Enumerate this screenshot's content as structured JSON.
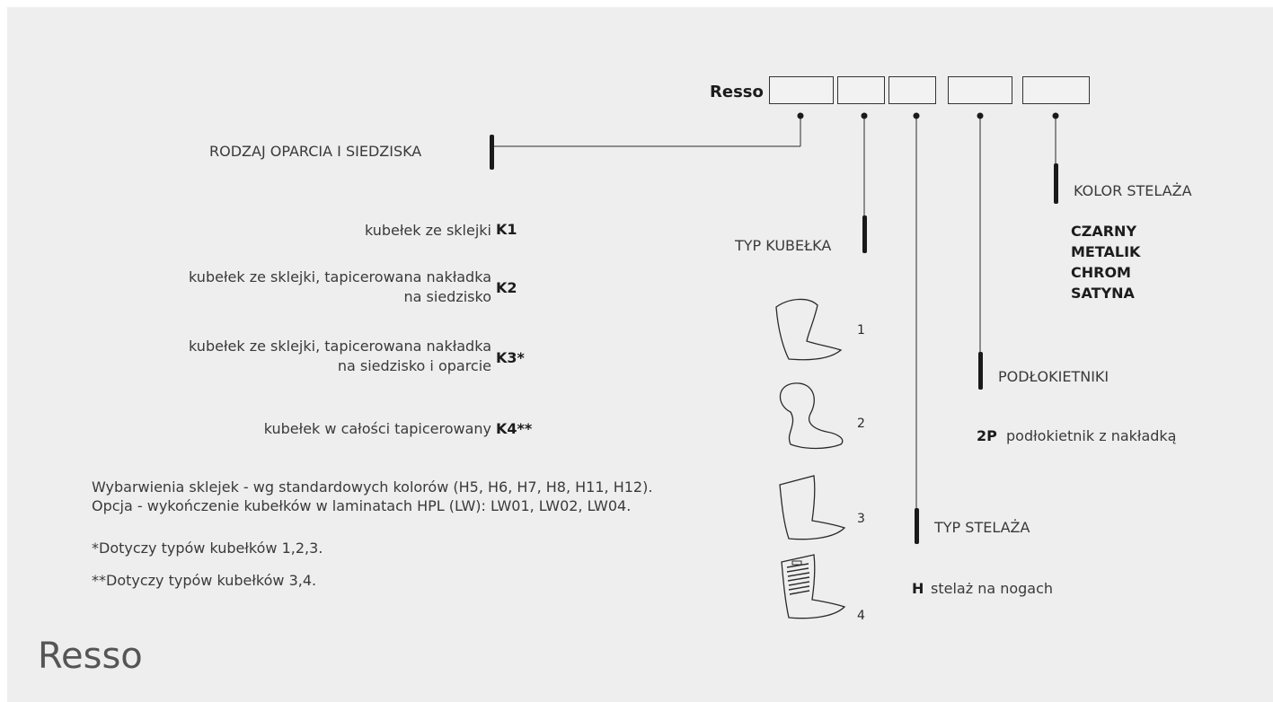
{
  "product_label": "Resso",
  "page_title": "Resso",
  "backrest": {
    "heading": "RODZAJ OPARCIA I SIEDZISKA",
    "options": [
      {
        "desc_line1": "kubełek ze sklejki",
        "desc_line2": "",
        "code": "K1"
      },
      {
        "desc_line1": "kubełek ze sklejki, tapicerowana nakładka",
        "desc_line2": "na siedzisko",
        "code": "K2"
      },
      {
        "desc_line1": "kubełek ze sklejki, tapicerowana nakładka",
        "desc_line2": "na siedzisko i oparcie",
        "code": "K3*"
      },
      {
        "desc_line1": "kubełek w całości tapicerowany",
        "desc_line2": "",
        "code": "K4**"
      }
    ],
    "note_line1": "Wybarwienia sklejek - wg standardowych kolorów (H5, H6, H7, H8, H11, H12).",
    "note_line2": "Opcja - wykończenie kubełków w laminatach HPL (LW): LW01, LW02, LW04.",
    "footnote1": "*Dotyczy typów kubełków  1,2,3.",
    "footnote2": "**Dotyczy typów kubełków 3,4."
  },
  "bucket_type": {
    "heading": "TYP KUBEŁKA",
    "items": [
      {
        "number": "1",
        "icon": "shell-chair-icon"
      },
      {
        "number": "2",
        "icon": "rounded-back-chair-icon"
      },
      {
        "number": "3",
        "icon": "flat-back-chair-icon"
      },
      {
        "number": "4",
        "icon": "upholstered-back-chair-icon"
      }
    ]
  },
  "frame_type": {
    "heading": "TYP STELAŻA",
    "code": "H",
    "desc": "stelaż na nogach"
  },
  "armrests": {
    "heading": "PODŁOKIETNIKI",
    "code": "2P",
    "desc": "podłokietnik z nakładką"
  },
  "frame_color": {
    "heading": "KOLOR STELAŻA",
    "options": [
      "CZARNY",
      "METALIK",
      "CHROM",
      "SATYNA"
    ]
  },
  "colors": {
    "background": "#eeeeee",
    "line": "#2a2a2a"
  }
}
